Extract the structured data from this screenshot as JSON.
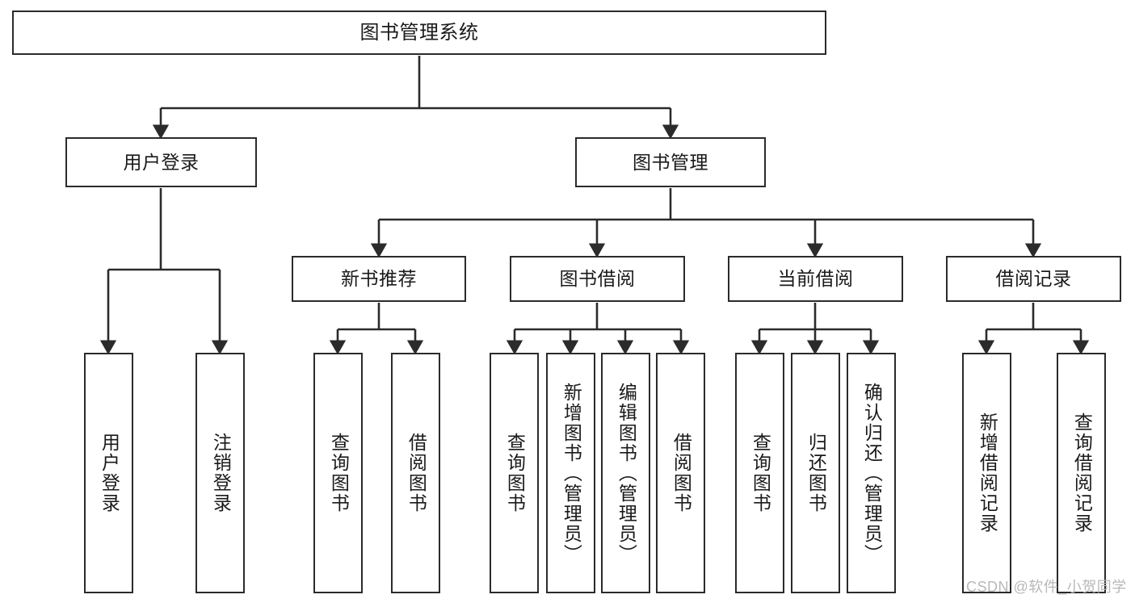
{
  "diagram": {
    "title": "图书管理系统",
    "type": "tree-hierarchy-chart",
    "watermark": "CSDN @软件_小贺同学",
    "colors": {
      "stroke": "#2b2b2b",
      "fill": "#ffffff",
      "text": "#1a1a1a",
      "watermark": "#b8b8b8"
    },
    "levels": {
      "root": {
        "label": "图书管理系统"
      },
      "level2": [
        {
          "label": "用户登录"
        },
        {
          "label": "图书管理"
        }
      ],
      "level3": [
        {
          "label": "新书推荐"
        },
        {
          "label": "图书借阅"
        },
        {
          "label": "当前借阅"
        },
        {
          "label": "借阅记录"
        }
      ],
      "leaves": {
        "user_login": [
          {
            "label": "用户登录"
          },
          {
            "label": "注销登录"
          }
        ],
        "new_book_recommend": [
          {
            "label": "查询图书"
          },
          {
            "label": "借阅图书"
          }
        ],
        "book_borrow": [
          {
            "label": "查询图书"
          },
          {
            "label": "新增图书（管理员）"
          },
          {
            "label": "编辑图书（管理员）"
          },
          {
            "label": "借阅图书"
          }
        ],
        "current_borrow": [
          {
            "label": "查询图书"
          },
          {
            "label": "归还图书"
          },
          {
            "label": "确认归还（管理员）"
          }
        ],
        "borrow_record": [
          {
            "label": "新增借阅记录"
          },
          {
            "label": "查询借阅记录"
          }
        ]
      }
    }
  }
}
